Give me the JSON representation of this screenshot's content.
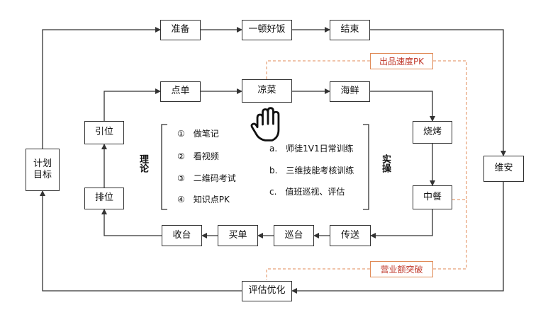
{
  "nodes": {
    "prepare": "准备",
    "good_meal": "一顿好饭",
    "end": "结束",
    "order": "点单",
    "cold_dish": "凉菜",
    "seafood": "海鲜",
    "guide": "引位",
    "bbq": "烧烤",
    "plan_target": "计划\n目标",
    "maintain": "维安",
    "queue": "排位",
    "chinese_meal": "中餐",
    "clear_table": "收台",
    "pay": "买单",
    "patrol": "巡台",
    "deliver": "传送",
    "evaluate": "评估优化"
  },
  "tags": {
    "speed_pk": "出品速度PK",
    "revenue": "营业额突破"
  },
  "theory": {
    "label": "理论",
    "items": [
      "①　做笔记",
      "②　看视频",
      "③　二维码考试",
      "④　知识点PK"
    ]
  },
  "practice": {
    "label": "实操",
    "items": [
      "a.　师徒1V1日常训练",
      "b.　三维技能考核训练",
      "c.　值班巡视、评估"
    ]
  },
  "colors": {
    "line": "#333333",
    "dashed": "#e08a56",
    "tag_text": "#c0392b"
  },
  "icons": {
    "hand": "pointing-hand-icon"
  }
}
